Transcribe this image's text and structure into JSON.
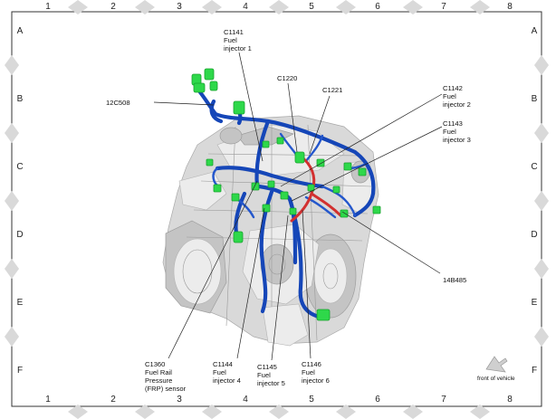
{
  "grid": {
    "columns": [
      "1",
      "2",
      "3",
      "4",
      "5",
      "6",
      "7",
      "8"
    ],
    "rows": [
      "A",
      "B",
      "C",
      "D",
      "E",
      "F"
    ]
  },
  "callouts": [
    {
      "id": "c1141",
      "lines": [
        "C1141",
        "Fuel",
        "injector 1"
      ]
    },
    {
      "id": "c1220",
      "lines": [
        "C1220"
      ]
    },
    {
      "id": "c1221",
      "lines": [
        "C1221"
      ]
    },
    {
      "id": "12c508",
      "lines": [
        "12C508"
      ]
    },
    {
      "id": "c1142",
      "lines": [
        "C1142",
        "Fuel",
        "injector 2"
      ]
    },
    {
      "id": "c1143",
      "lines": [
        "C1143",
        "Fuel",
        "injector 3"
      ]
    },
    {
      "id": "14b485",
      "lines": [
        "14B485"
      ]
    },
    {
      "id": "c1360",
      "lines": [
        "C1360",
        "Fuel Rail",
        "Pressure",
        "(FRP) sensor"
      ]
    },
    {
      "id": "c1144",
      "lines": [
        "C1144",
        "Fuel",
        "injector 4"
      ]
    },
    {
      "id": "c1145",
      "lines": [
        "C1145",
        "Fuel",
        "injector 5"
      ]
    },
    {
      "id": "c1146",
      "lines": [
        "C1146",
        "Fuel",
        "injector 6"
      ]
    }
  ],
  "orientation": {
    "label": "front of vehicle",
    "icon": "arrow-icon"
  },
  "colors": {
    "harness": "#1546b8",
    "connector": "#2ed84a",
    "fuel_line": "#d23030"
  }
}
